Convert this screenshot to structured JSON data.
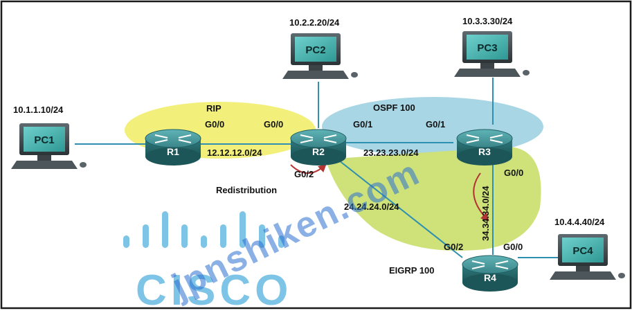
{
  "domains": {
    "rip": "RIP",
    "ospf": "OSPF 100",
    "eigrp": "EIGRP 100",
    "redistribution": "Redistribution"
  },
  "pcs": {
    "pc1": {
      "name": "PC1",
      "ip": "10.1.1.10/24"
    },
    "pc2": {
      "name": "PC2",
      "ip": "10.2.2.20/24"
    },
    "pc3": {
      "name": "PC3",
      "ip": "10.3.3.30/24"
    },
    "pc4": {
      "name": "PC4",
      "ip": "10.4.4.40/24"
    }
  },
  "routers": {
    "r1": "R1",
    "r2": "R2",
    "r3": "R3",
    "r4": "R4"
  },
  "interfaces": {
    "r1_g00": "G0/0",
    "r2_g00": "G0/0",
    "r2_g01": "G0/1",
    "r2_g02": "G0/2",
    "r3_g01": "G0/1",
    "r3_g00": "G0/0",
    "r4_g02": "G0/2",
    "r4_g00": "G0/0"
  },
  "subnets": {
    "r1_r2": "12.12.12.0/24",
    "r2_r3": "23.23.23.0/24",
    "r2_r4": "24.24.24.0/24",
    "r3_r4": "34.34.34.0/24"
  },
  "watermark": {
    "site": "jpnshiken.com",
    "brand": "CISCO"
  },
  "colors": {
    "rip_zone": "#f2f07a",
    "ospf_zone": "#a9d6e4",
    "eigrp_zone": "#cfe27a",
    "link": "#2f8fb0",
    "router_body": "#3f8f93",
    "pc_screen": "#3ea7a4",
    "redistribution_arrow": "#b43434",
    "watermark_text": "#2a6fd0",
    "cisco_logo": "#7ec4e6"
  }
}
